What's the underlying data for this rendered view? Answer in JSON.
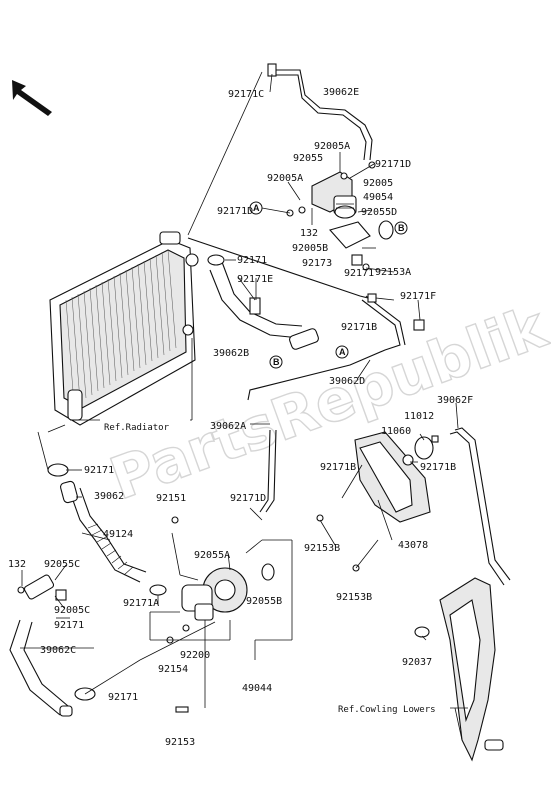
{
  "watermark": "PartsRepublik",
  "references": {
    "radiator": "Ref.Radiator",
    "cowling": "Ref.Cowling Lowers"
  },
  "connectors": [
    "A",
    "B"
  ],
  "callouts": [
    "92171C",
    "39062E",
    "92005A",
    "92055",
    "92171D",
    "92005A",
    "92005",
    "49054",
    "92171D",
    "92055D",
    "132",
    "92005B",
    "92173",
    "92171",
    "92153A",
    "92171",
    "92171E",
    "92171F",
    "92171B",
    "39062B",
    "39062D",
    "39062A",
    "39062F",
    "11012",
    "11060",
    "92171B",
    "92171",
    "39062",
    "92171B",
    "92151",
    "92171D",
    "49124",
    "43078",
    "92055A",
    "92153B",
    "92153B",
    "132",
    "92055C",
    "92171A",
    "92055B",
    "92005C",
    "92171",
    "92200",
    "39062C",
    "92154",
    "49044",
    "92037",
    "92171",
    "92153"
  ]
}
